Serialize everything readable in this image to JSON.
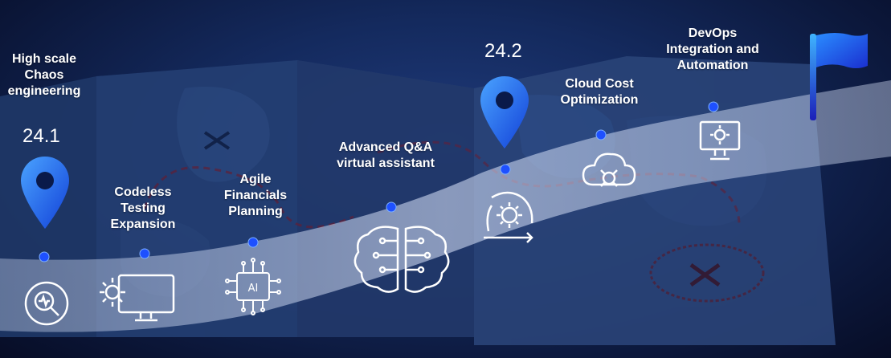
{
  "milestones": [
    {
      "label": "High scale Chaos engineering",
      "icon": "chaos-search-icon"
    },
    {
      "label": "Codeless Testing Expansion",
      "icon": "computer-gear-icon"
    },
    {
      "label": "Agile Financials Planning",
      "icon": "ai-chip-icon"
    },
    {
      "label": "Advanced Q&A virtual assistant",
      "icon": "brain-circuit-icon"
    },
    {
      "label": "",
      "icon": "gear-cycle-icon"
    },
    {
      "label": "Cloud Cost Optimization",
      "icon": "cloud-network-icon"
    },
    {
      "label": "DevOps Integration and Automation",
      "icon": "monitor-gear-icon"
    }
  ],
  "versions": [
    {
      "label": "24.1",
      "icon": "map-pin-icon"
    },
    {
      "label": "24.2",
      "icon": "map-pin-icon"
    }
  ],
  "finish": {
    "icon": "flag-icon"
  },
  "colors": {
    "accent": "#1e6bff",
    "road": "#dbe6ff",
    "background": "#142a5e"
  }
}
